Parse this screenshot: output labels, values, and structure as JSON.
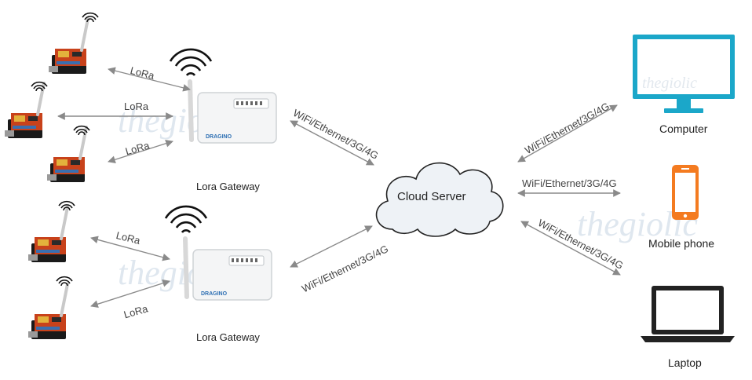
{
  "gateways": [
    {
      "label": "Lora Gateway",
      "brand": "DRAGINO"
    },
    {
      "label": "Lora Gateway",
      "brand": "DRAGINO"
    }
  ],
  "links": {
    "lora": "LoRa",
    "wan": "WiFi/Ethernet/3G/4G"
  },
  "cloud": {
    "label": "Cloud Server"
  },
  "clients": [
    {
      "label": "Computer",
      "icon": "monitor-icon"
    },
    {
      "label": "Mobile phone",
      "icon": "phone-icon"
    },
    {
      "label": "Laptop",
      "icon": "laptop-icon"
    }
  ],
  "watermark": "thegiolic",
  "colors": {
    "accent": "#1ba7c9",
    "phone": "#f47b20",
    "cloud_fill": "#eef2f6",
    "arrow": "#8a8a8a"
  }
}
